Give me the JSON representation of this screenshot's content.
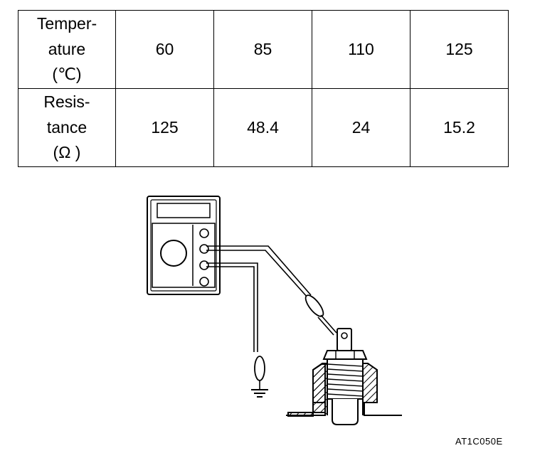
{
  "table": {
    "rows": [
      {
        "header_lines": [
          "Temper-",
          "ature",
          "(℃)"
        ],
        "values": [
          "60",
          "85",
          "110",
          "125"
        ]
      },
      {
        "header_lines": [
          "Resis-",
          "tance",
          "(Ω )"
        ],
        "values": [
          "125",
          "48.4",
          "24",
          "15.2"
        ]
      }
    ]
  },
  "figure": {
    "code": "AT1C050E",
    "icons": [
      "multimeter-icon",
      "ground-symbol-icon",
      "temperature-sensor-icon",
      "test-probe-icon"
    ]
  },
  "colors": {
    "ink": "#000000",
    "paper": "#ffffff"
  }
}
